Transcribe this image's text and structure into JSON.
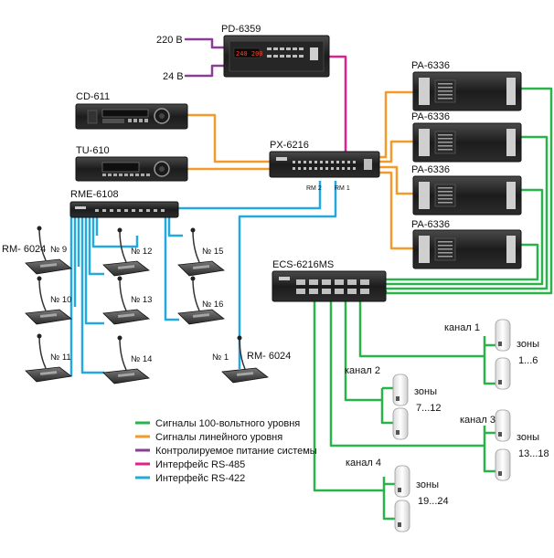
{
  "colors": {
    "green": "#2ab34a",
    "orange": "#f39a2b",
    "purple": "#8a3c97",
    "magenta": "#e0218a",
    "cyan": "#23a8e0"
  },
  "power": {
    "v220": "220 В",
    "v24": "24 В"
  },
  "devices": {
    "pd": "PD-6359",
    "cd": "CD-611",
    "tu": "TU-610",
    "px": "PX-6216",
    "rme": "RME-6108",
    "ecs": "ECS-6216MS",
    "pa1": "PA-6336",
    "pa2": "PA-6336",
    "pa3": "PA-6336",
    "pa4": "PA-6336",
    "rm_group": "RM- 6024",
    "rm_single": "RM- 6024"
  },
  "ports": {
    "rm2": "RM 2",
    "rm1": "RM 1"
  },
  "display": {
    "pd_readout": "240 200"
  },
  "remote_mics": {
    "n9": "№ 9",
    "n10": "№ 10",
    "n11": "№ 11",
    "n12": "№ 12",
    "n13": "№ 13",
    "n14": "№ 14",
    "n15": "№ 15",
    "n16": "№ 16",
    "n1": "№ 1"
  },
  "channels": {
    "c1": "канал 1",
    "c2": "канал 2",
    "c3": "канал 3",
    "c4": "канал 4"
  },
  "zones": {
    "z1_word": "зоны",
    "z1_range": "1...6",
    "z2_word": "зоны",
    "z2_range": "7...12",
    "z3_word": "зоны",
    "z3_range": "13...18",
    "z4_word": "зоны",
    "z4_range": "19...24"
  },
  "legend": {
    "green": "Сигналы 100-вольтного уровня",
    "orange": "Сигналы линейного уровня",
    "purple": "Контролируемое питание системы",
    "magenta": "Интерфейс RS-485",
    "cyan": "Интерфейс RS-422"
  }
}
